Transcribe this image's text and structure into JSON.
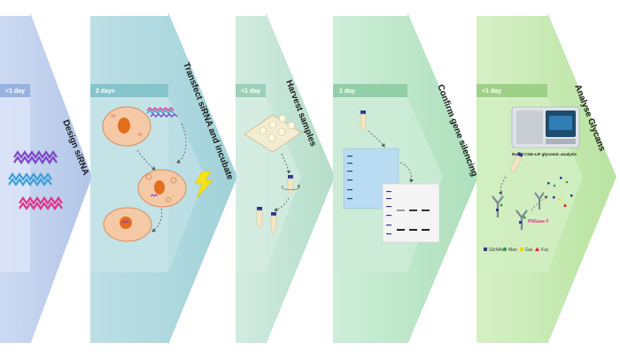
{
  "steps": [
    {
      "duration": "<1 day",
      "label": "Design siRNA"
    },
    {
      "duration": "2 days",
      "label": "Transfect siRNA and incubate"
    },
    {
      "duration": "<1 day",
      "label": "Harvest samples"
    },
    {
      "duration": "1 day",
      "label": "Confirm gene silencing"
    },
    {
      "duration": "<1 day",
      "label": "Analyse Glycans"
    }
  ],
  "instrument_caption": "Rapid CGE-LIF glycomic analysis",
  "enzyme_label": "PNGase F",
  "legend": [
    {
      "label": "GlcNAc",
      "color": "#2b3a8c"
    },
    {
      "label": "Man",
      "color": "#2e9e4a"
    },
    {
      "label": "Gal",
      "color": "#f0d000"
    },
    {
      "label": "Fuc",
      "color": "#d8262e"
    }
  ],
  "colors": {
    "arrow1": "#b7c9ea",
    "arrow2": "#a6d6da",
    "arrow3": "#bfe2d3",
    "arrow4": "#b6e3c5",
    "arrow5": "#bfe6a8",
    "strand_purple": "#7c45c9",
    "strand_blue": "#3b9fd9",
    "strand_pink": "#e0338a"
  }
}
